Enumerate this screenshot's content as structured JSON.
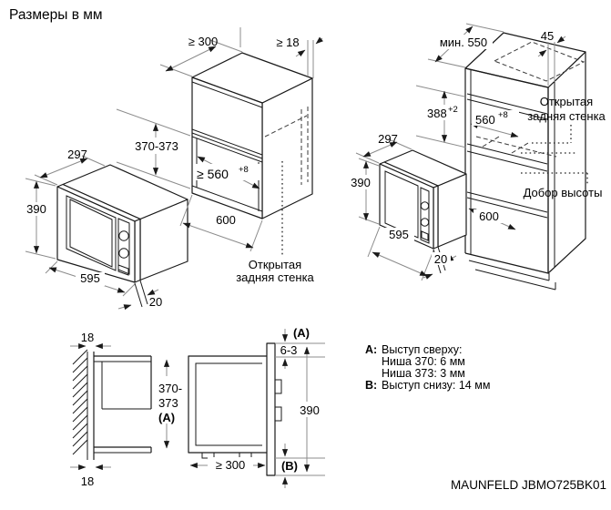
{
  "title": "Размеры в мм",
  "model_label": "MAUNFELD JBMO725BK01",
  "colors": {
    "object_line": "#1a1a1a",
    "dimension_line": "#8c8c8c",
    "text": "#000000",
    "background": "#ffffff"
  },
  "front_view": {
    "depth": "297",
    "height": "390",
    "width": "595",
    "frame_depth": "20"
  },
  "niche_view": {
    "top_depth": "≥ 300",
    "wall_thickness": "≥ 18",
    "niche_height": "370-373",
    "niche_width": "≥ 560",
    "niche_width_tolerance": "+8",
    "outer_width": "600",
    "open_back_line1": "Открытая",
    "open_back_line2": "задняя стенка"
  },
  "column_view": {
    "min_depth": "мин. 550",
    "front_frame": "45",
    "niche_height": "388",
    "niche_height_tolerance": "+2",
    "niche_width": "560",
    "niche_width_tolerance": "+8",
    "inner_depth": "600",
    "open_back_line1": "Открытая",
    "open_back_line2": "задняя стенка",
    "height_filler": "Добор высоты",
    "mw_depth": "297",
    "mw_height": "390",
    "mw_width": "595",
    "mw_frame_depth": "20"
  },
  "section_view": {
    "wall_gap_top": "18",
    "wall_gap_bottom": "18",
    "niche_height_line1": "370-",
    "niche_height_line2": "373",
    "niche_height_line3": "(A)",
    "top_protrusion_label": "(A)",
    "top_gap": "6-3",
    "front_height": "390",
    "min_depth": "≥ 300",
    "bottom_protrusion_label": "(B)"
  },
  "legend": {
    "a_prefix": "A:",
    "a_title": "Выступ сверху:",
    "a_row1": "Ниша 370: 6 мм",
    "a_row2": "Ниша 373: 3 мм",
    "b_prefix": "B:",
    "b_title": "Выступ снизу: 14 мм"
  }
}
